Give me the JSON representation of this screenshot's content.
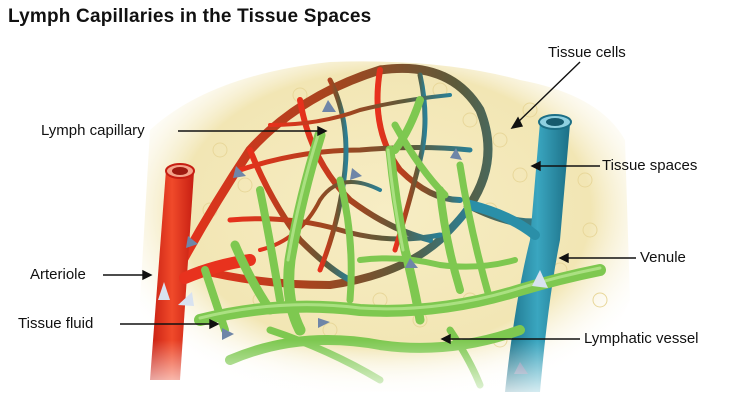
{
  "title": "Lymph Capillaries in the Tissue Spaces",
  "labels": {
    "lymph_capillary": "Lymph capillary",
    "tissue_cells": "Tissue cells",
    "tissue_spaces": "Tissue spaces",
    "arteriole": "Arteriole",
    "venule": "Venule",
    "tissue_fluid": "Tissue fluid",
    "lymphatic_vessel": "Lymphatic vessel"
  },
  "colors": {
    "tissue": "#f5e9b8",
    "arteriole": "#e8321e",
    "venule": "#2a8fa8",
    "lymph": "#7ec850",
    "flow_arrow": "#6f86a8"
  }
}
